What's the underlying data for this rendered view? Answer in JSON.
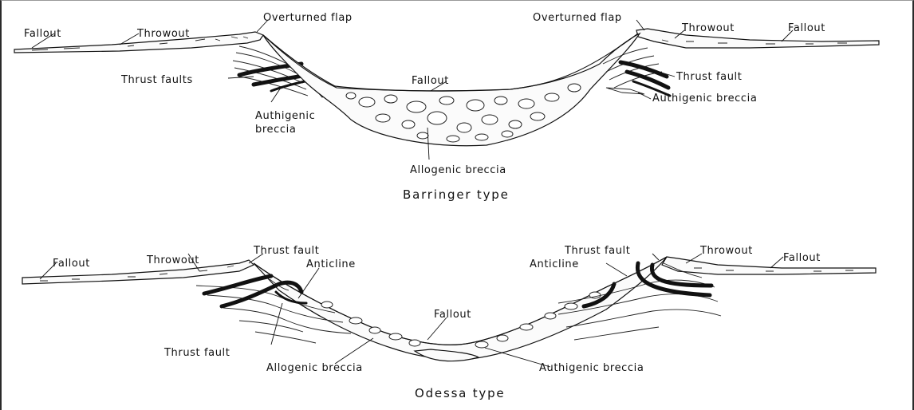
{
  "barringer": {
    "title": "Barringer type",
    "labels": {
      "fallout_left": "Fallout",
      "throwout_left": "Throwout",
      "overturned_flap_left": "Overturned flap",
      "overturned_flap_right": "Overturned flap",
      "throwout_right": "Throwout",
      "fallout_right": "Fallout",
      "thrust_faults": "Thrust faults",
      "thrust_fault_right": "Thrust fault",
      "fallout_center": "Fallout",
      "authigenic_left_1": "Authigenic",
      "authigenic_left_2": "breccia",
      "authigenic_right": "Authigenic breccia",
      "allogenic": "Allogenic breccia"
    }
  },
  "odessa": {
    "title": "Odessa type",
    "labels": {
      "fallout_left": "Fallout",
      "throwout_left": "Throwout",
      "thrust_fault_top_left": "Thrust fault",
      "anticline_left": "Anticline",
      "thrust_fault_top_right": "Thrust fault",
      "anticline_right": "Anticline",
      "throwout_right": "Throwout",
      "fallout_right": "Fallout",
      "fallout_center": "Fallout",
      "thrust_fault_bottom": "Thrust fault",
      "allogenic": "Allogenic breccia",
      "authigenic": "Authigenic breccia"
    }
  }
}
